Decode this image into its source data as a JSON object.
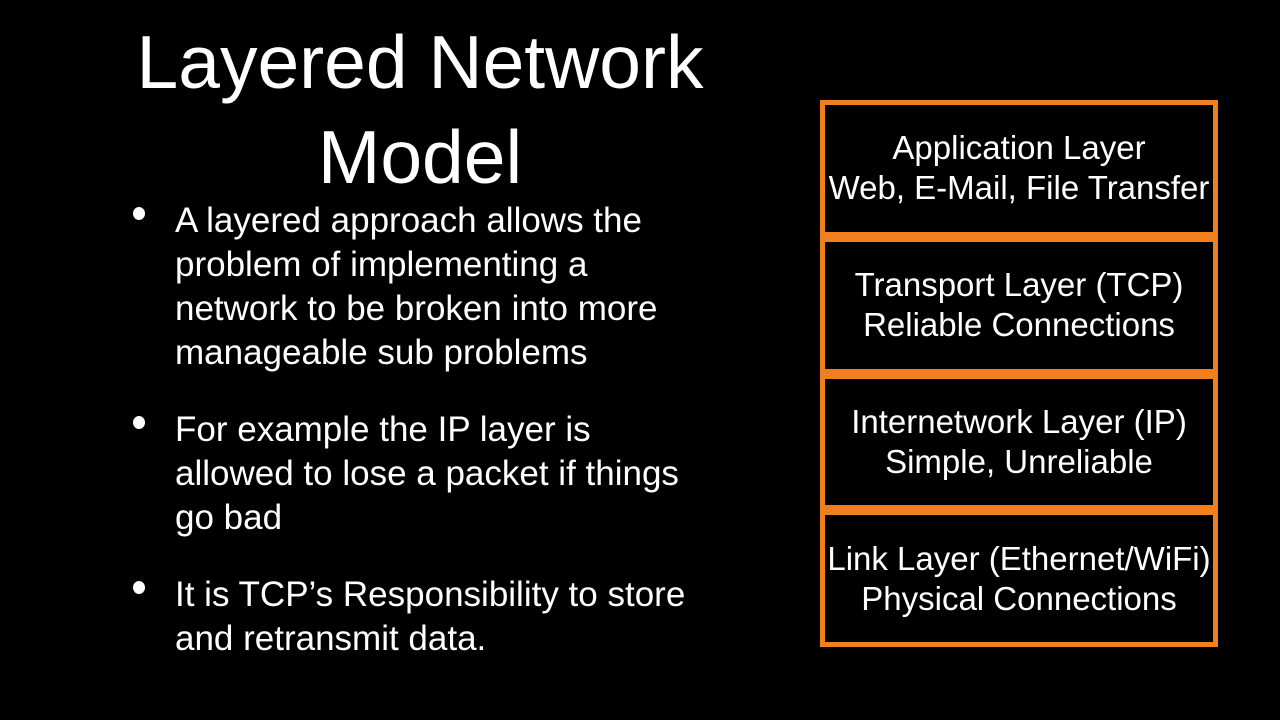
{
  "slide": {
    "title": "Layered Network Model",
    "bullets": [
      "A layered approach allows the problem of implementing a network to be broken into more manageable sub problems",
      "For example the IP layer is allowed to lose a packet if things go bad",
      "It is TCP’s Responsibility to store and retransmit data."
    ],
    "layers": [
      {
        "name": "Application Layer",
        "description": "Web, E-Mail, File Transfer"
      },
      {
        "name": "Transport Layer (TCP)",
        "description": "Reliable Connections"
      },
      {
        "name": "Internetwork Layer (IP)",
        "description": "Simple, Unreliable"
      },
      {
        "name": "Link Layer (Ethernet/WiFi)",
        "description": "Physical Connections"
      }
    ],
    "colors": {
      "background": "#000000",
      "text": "#ffffff",
      "layer_border": "#F0801E"
    }
  }
}
